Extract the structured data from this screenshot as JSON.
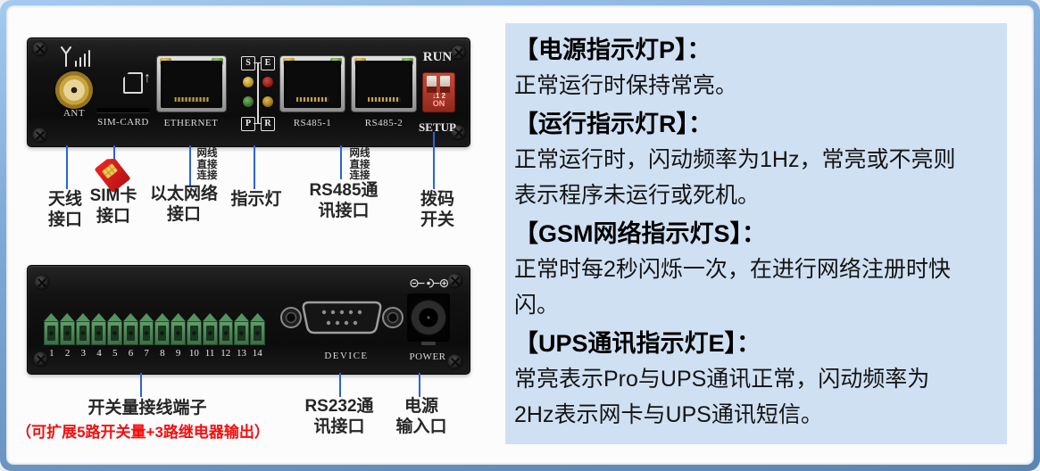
{
  "device_top": {
    "ant_label": "ANT",
    "sim_label": "SIM-CARD",
    "ethernet_label": "ETHERNET",
    "led_top_left": "S",
    "led_top_right": "E",
    "led_bottom_left": "P",
    "led_bottom_right": "R",
    "rs485_1_label": "RS485-1",
    "rs485_2_label": "RS485-2",
    "run_label": "RUN",
    "setup_label": "SETUP",
    "dip_scale": "↓1  2",
    "dip_on": "ON"
  },
  "device_bottom": {
    "terminal_numbers": [
      "1",
      "2",
      "3",
      "4",
      "5",
      "6",
      "7",
      "8",
      "9",
      "10",
      "11",
      "12",
      "13",
      "14"
    ],
    "device_label": "DEVICE",
    "power_label": "POWER"
  },
  "callouts_top": {
    "antenna": "天线\n接口",
    "sim": "SIM卡\n接口",
    "ethernet_note": "网线\n直接\n连接",
    "ethernet": "以太网络\n接口",
    "indicator": "指示灯",
    "rs485_note": "网线\n直接\n连接",
    "rs485": "RS485通\n讯接口",
    "dip": "拨码\n开关"
  },
  "callouts_bottom": {
    "terminal": "开关量接线端子",
    "terminal_note": "（可扩展5路开关量+3路继电器输出）",
    "rs232": "RS232通\n讯接口",
    "power": "电源\n输入口"
  },
  "info_panel": {
    "sections": [
      {
        "heading": "【电源指示灯P】：",
        "body": "正常运行时保持常亮。"
      },
      {
        "heading": "【运行指示灯R】：",
        "body": "正常运行时，闪动频率为1Hz，常亮或不亮则\n表示程序未运行或死机。"
      },
      {
        "heading": "【GSM网络指示灯S】：",
        "body": "正常时每2秒闪烁一次，在进行网络注册时快\n闪。"
      },
      {
        "heading": "【UPS通讯指示灯E】：",
        "body": "常亮表示Pro与UPS通讯正常，闪动频率为\n2Hz表示网卡与UPS通讯短信。"
      }
    ]
  },
  "colors": {
    "callout_line_blue": "#2b62d9",
    "info_panel_bg": "#d0e0f3",
    "warning_red": "#f70d0d",
    "dip_switch_red": "#b5342c",
    "terminal_green": "#4e8a57",
    "led_yellow": "#d8b93a",
    "led_red": "#b02418",
    "led_green": "#3f8a3f"
  }
}
